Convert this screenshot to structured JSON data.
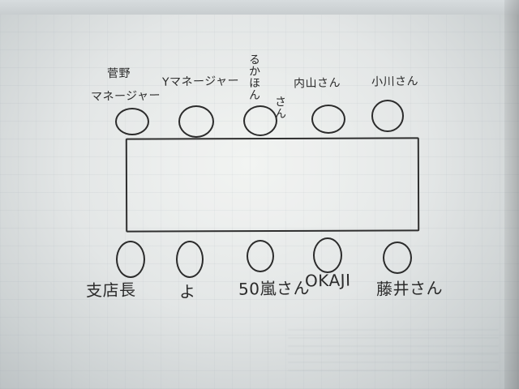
{
  "top_row": [
    {
      "name": "菅野マネージャー",
      "line1": "菅野",
      "line2": "マネージャー"
    },
    {
      "name": "Yマネージャー"
    },
    {
      "name": "るかほんさん",
      "vertical_left": "るかほん",
      "vertical_right": "さん"
    },
    {
      "name": "内山さん"
    },
    {
      "name": "小川さん"
    }
  ],
  "bottom_row": [
    {
      "name": "支店長"
    },
    {
      "name": "よ"
    },
    {
      "name": "50嵐さん"
    },
    {
      "name": "OKAJI"
    },
    {
      "name": "藤井さん"
    }
  ]
}
